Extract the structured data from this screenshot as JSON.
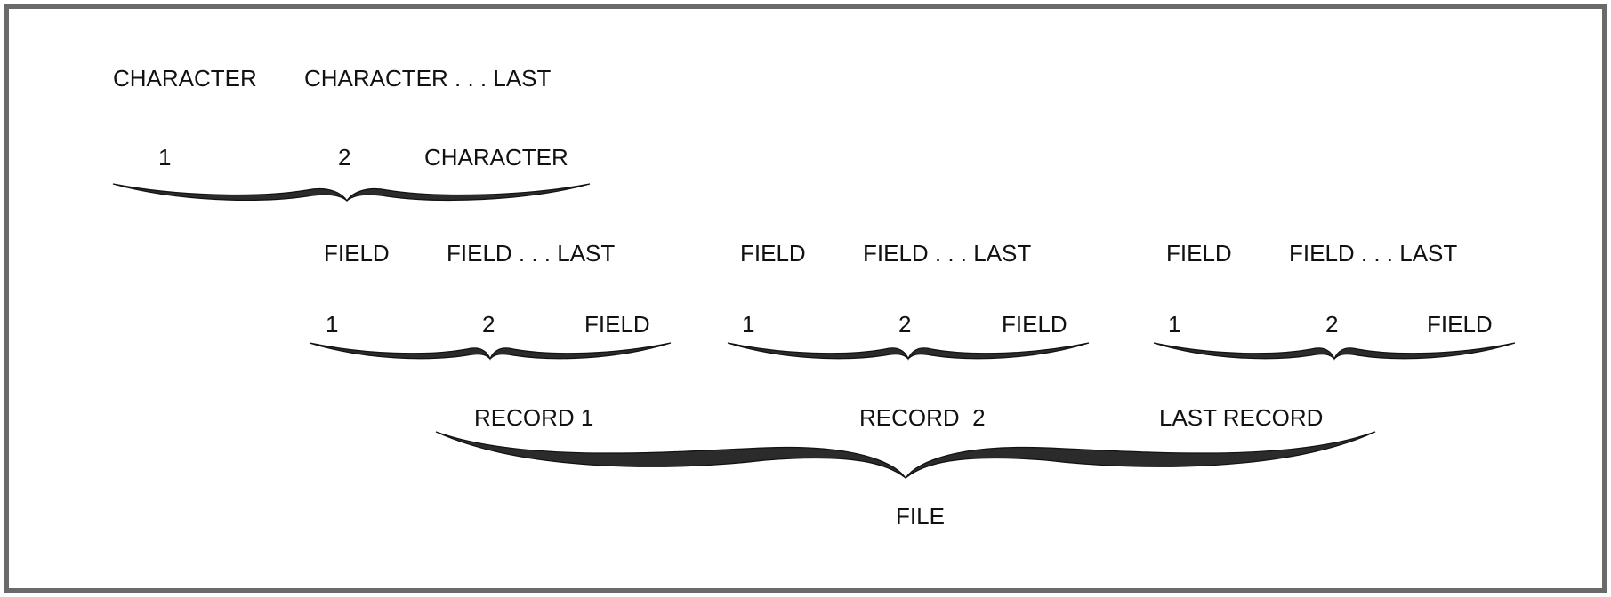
{
  "level_characters": {
    "line1": [
      "CHARACTER",
      "CHARACTER . . . LAST"
    ],
    "line2": [
      "1",
      "2",
      "CHARACTER"
    ]
  },
  "field_groups": [
    {
      "line1": [
        "FIELD",
        "FIELD . . . LAST"
      ],
      "line2": [
        "1",
        "2",
        "FIELD"
      ]
    },
    {
      "line1": [
        "FIELD",
        "FIELD . . . LAST"
      ],
      "line2": [
        "1",
        "2",
        "FIELD"
      ]
    },
    {
      "line1": [
        "FIELD",
        "FIELD . . . LAST"
      ],
      "line2": [
        "1",
        "2",
        "FIELD"
      ]
    }
  ],
  "records": [
    "RECORD 1",
    "RECORD  2",
    "LAST RECORD"
  ],
  "file_label": "FILE",
  "colors": {
    "border": "#6a6a6a",
    "text": "#111111",
    "brace": "#2b2b2b"
  }
}
